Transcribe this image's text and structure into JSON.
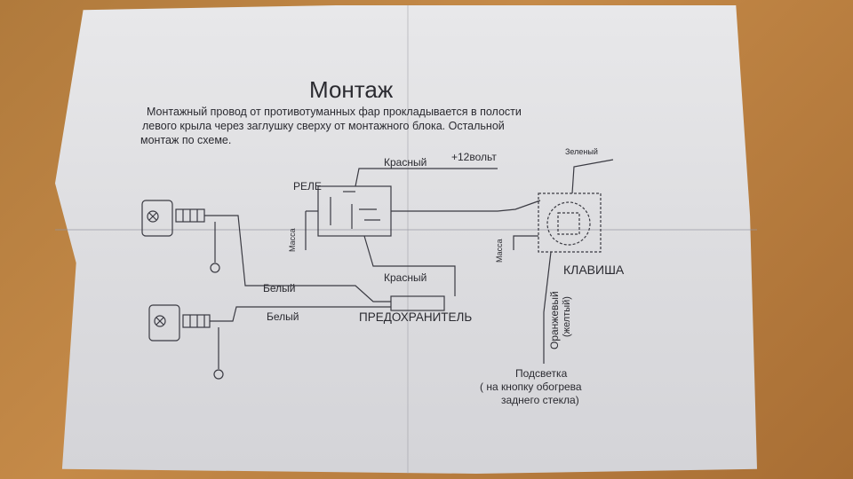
{
  "title": "Монтаж",
  "intro": {
    "line1": "Монтажный провод от противотуманных фар прокладывается в полости",
    "line2": "левого крыла через заглушку сверху от монтажного блока. Остальной",
    "line3": "монтаж по схеме."
  },
  "labels": {
    "relay": "РЕЛЕ",
    "red_top": "Красный",
    "plus12": "+12вольт",
    "green": "Зеленый",
    "ground_left": "Масса",
    "ground_right": "Масса",
    "red_bottom": "Красный",
    "switch": "КЛАВИША",
    "white_top": "Белый",
    "white_bottom": "Белый",
    "fuse": "ПРЕДОХРАНИТЕЛЬ",
    "orange": "Оранжевый",
    "yellow": "(желтый)",
    "backlight1": "Подсветка",
    "backlight2": "( на кнопку обогрева",
    "backlight3": "заднего стекла)"
  }
}
